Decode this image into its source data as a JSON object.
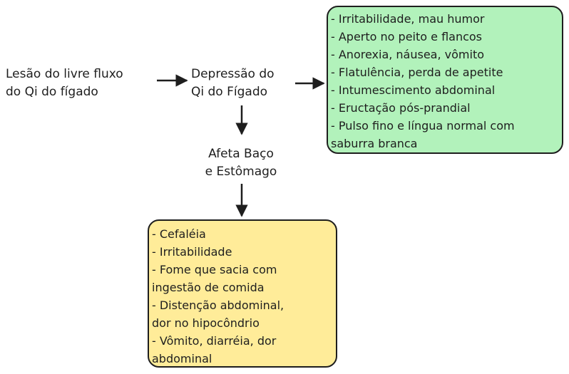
{
  "colors": {
    "green_box": "#b2f2bb",
    "yellow_box": "#ffec99",
    "stroke": "#1e1e1e"
  },
  "nodes": {
    "cause": [
      "Lesão do livre fluxo",
      "do Qi do fígado"
    ],
    "depression": [
      "Depressão do",
      "Qi do Fígado"
    ],
    "affects": [
      "Afeta Baço",
      "e Estômago"
    ]
  },
  "green_box": {
    "items": [
      "- Irritabilidade, mau humor",
      "- Aperto no peito e flancos",
      "- Anorexia, náusea, vômito",
      "- Flatulência, perda de apetite",
      "- Intumescimento abdominal",
      "- Eructação pós-prandial",
      "- Pulso fino e língua normal com",
      "saburra branca"
    ]
  },
  "yellow_box": {
    "items": [
      "- Cefaléia",
      "- Irritabilidade",
      "- Fome que sacia com",
      "ingestão de comida",
      "- Distenção abdominal,",
      "dor no hipocôndrio",
      "- Vômito, diarréia, dor",
      "abdominal"
    ]
  }
}
